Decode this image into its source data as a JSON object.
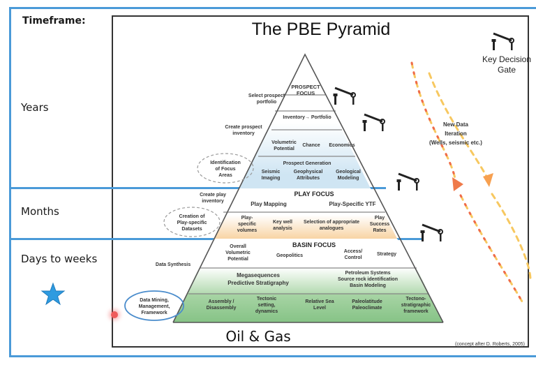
{
  "timeframe": {
    "title": "Timeframe:",
    "rows": [
      "Years",
      "Months",
      "Days to weeks"
    ]
  },
  "diagram": {
    "title": "The PBE Pyramid",
    "footer": "Oil & Gas",
    "credit": "(concept after D. Roberts, 2005)",
    "legend": {
      "gate_label_line1": "Key Decision",
      "gate_label_line2": "Gate"
    },
    "iteration": {
      "line1": "New Data",
      "line2": "Iteration",
      "line3": "(Wells, seismic etc.)"
    },
    "colors": {
      "frame_blue": "#4a9ad8",
      "prospect_band": "#dcecf6",
      "play_band": "#f9dcb4",
      "basin_band": "#b7dcb4",
      "basin_deep": "#8cc68c",
      "arrow_red": "#ef6a4a",
      "arrow_yellow": "#f7c860"
    },
    "prospect": {
      "heading_line1": "PROSPECT",
      "heading_line2": "FOCUS",
      "row2": "Inventory→ Portfolio",
      "row3": [
        "Volumetric Potential",
        "Chance",
        "Economics"
      ],
      "row4_heading": "Prospect Generation",
      "row4": [
        "Seismic Imaging",
        "Geophysical Attributes",
        "Geological Modeling"
      ]
    },
    "play": {
      "heading": "PLAY FOCUS",
      "row1": [
        "Play Mapping",
        "Play-Specific YTF"
      ],
      "row2": [
        "Play-specific volumes",
        "Key well analysis",
        "Selection of appropriate analogues",
        "Play Success Rates"
      ]
    },
    "basin": {
      "heading": "BASIN FOCUS",
      "row1": [
        "Overall Volumetric Potential",
        "Geopolitics",
        "Access/ Control",
        "Strategy"
      ],
      "row2_left": [
        "Megasequences",
        "Predictive Stratigraphy"
      ],
      "row2_right": [
        "Petroleum Systems",
        "Source rock identification",
        "Basin Modeling"
      ],
      "row3": [
        "Assembly / Disassembly",
        "Tectonic setting, dynamics",
        "Relative Sea Level",
        "Paleolatitude Paleoclimate",
        "Tectono-stratigraphic framework"
      ]
    },
    "side_labels": {
      "select_portfolio": "Select prospect portfolio",
      "create_inventory": "Create prospect inventory",
      "focus_areas": "Identification of Focus Areas",
      "create_play_inventory": "Create play inventory",
      "play_datasets": "Creation of Play-specific Datasets",
      "data_synthesis": "Data Synthesis",
      "data_mining": "Data Mining, Management, Framework"
    },
    "icons": [
      "gate-icon",
      "star-icon"
    ]
  }
}
